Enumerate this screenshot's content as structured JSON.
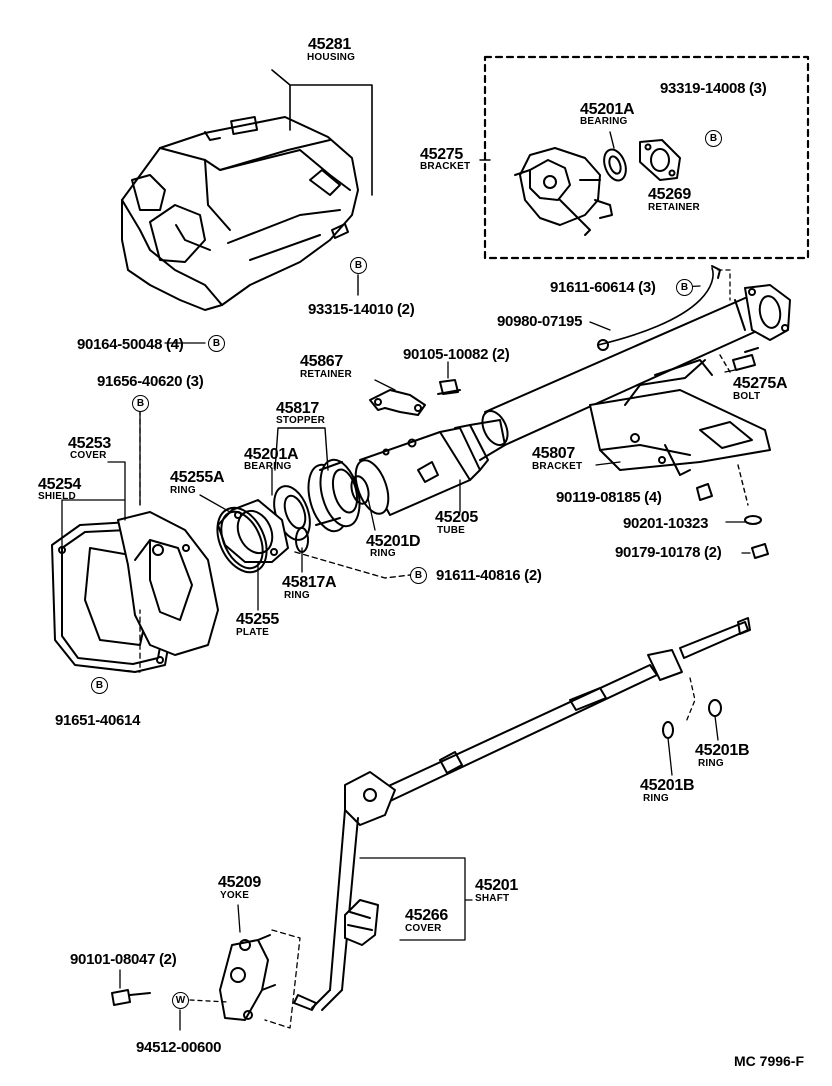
{
  "labels": {
    "housing_pn": "45281",
    "housing_nm": "HOUSING",
    "bolt_93315": "93315-14010 (2)",
    "screw_90164": "90164-50048 (4)",
    "kit_93319": "93319-14008 (3)",
    "bearing_a_pn": "45201A",
    "bearing_a_nm": "BEARING",
    "bracket_top_pn": "45275",
    "bracket_top_nm": "BRACKET",
    "retainer_pn": "45269",
    "retainer_nm": "RETAINER",
    "bolt_91611_60614": "91611-60614 (3)",
    "wire_90980": "90980-07195",
    "retainer2_pn": "45867",
    "retainer2_nm": "RETAINER",
    "bolt_90105": "90105-10082 (2)",
    "bolt_a_pn": "45275A",
    "bolt_a_nm": "BOLT",
    "screw_91656": "91656-40620 (3)",
    "stopper_pn": "45817",
    "stopper_nm": "STOPPER",
    "bearing2_pn": "45201A",
    "bearing2_nm": "BEARING",
    "cover_pn": "45253",
    "cover_nm": "COVER",
    "shield_pn": "45254",
    "shield_nm": "SHIELD",
    "ring_a_pn": "45255A",
    "ring_a_nm": "RING",
    "bracket2_pn": "45807",
    "bracket2_nm": "BRACKET",
    "bolt_90119": "90119-08185 (4)",
    "nut_90201": "90201-10323",
    "nut_90179": "90179-10178 (2)",
    "ring_d_pn": "45201D",
    "ring_d_nm": "RING",
    "tube_pn": "45205",
    "tube_nm": "TUBE",
    "ring_817a_pn": "45817A",
    "ring_817a_nm": "RING",
    "bolt_91611_40816": "91611-40816 (2)",
    "plate_pn": "45255",
    "plate_nm": "PLATE",
    "screw_91651": "91651-40614",
    "ring_b1_pn": "45201B",
    "ring_b1_nm": "RING",
    "ring_b2_pn": "45201B",
    "ring_b2_nm": "RING",
    "shaft_pn": "45201",
    "shaft_nm": "SHAFT",
    "yoke_pn": "45209",
    "yoke_nm": "YOKE",
    "cover2_pn": "45266",
    "cover2_nm": "COVER",
    "bolt_90101": "90101-08047 (2)",
    "washer_94512": "94512-00600",
    "drawing_code": "MC  7996-F"
  },
  "badges": {
    "b": "B",
    "w": "W"
  }
}
